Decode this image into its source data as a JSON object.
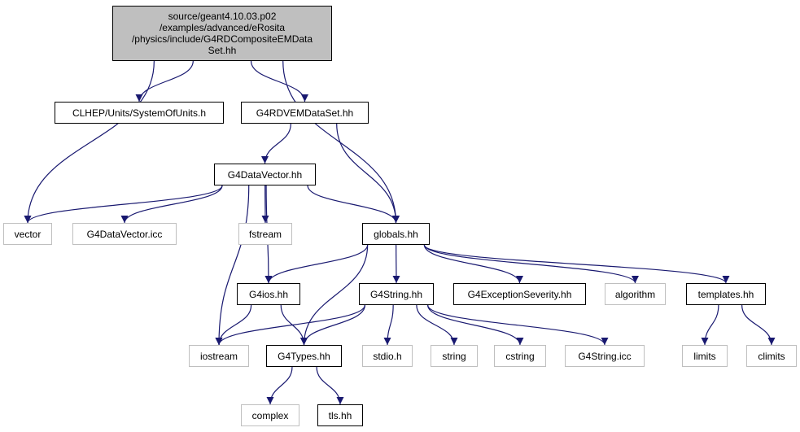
{
  "colors": {
    "edge": "#191970",
    "root_fill": "#bfbfbf",
    "ext_border": "#bfbfbf",
    "node_border": "#000000"
  },
  "nodes": {
    "root": {
      "label": "source/geant4.10.03.p02\n/examples/advanced/eRosita\n/physics/include/G4RDCompositeEMData\nSet.hh",
      "kind": "root"
    },
    "clhep": {
      "label": "CLHEP/Units/SystemOfUnits.h",
      "kind": "file"
    },
    "g4rdvem": {
      "label": "G4RDVEMDataSet.hh",
      "kind": "file"
    },
    "g4datavector": {
      "label": "G4DataVector.hh",
      "kind": "file"
    },
    "vector": {
      "label": "vector",
      "kind": "external"
    },
    "g4datavector_icc": {
      "label": "G4DataVector.icc",
      "kind": "external"
    },
    "fstream": {
      "label": "fstream",
      "kind": "external"
    },
    "globals": {
      "label": "globals.hh",
      "kind": "file"
    },
    "g4ios": {
      "label": "G4ios.hh",
      "kind": "file"
    },
    "g4string": {
      "label": "G4String.hh",
      "kind": "file"
    },
    "g4exception": {
      "label": "G4ExceptionSeverity.hh",
      "kind": "file"
    },
    "algorithm": {
      "label": "algorithm",
      "kind": "external"
    },
    "templates": {
      "label": "templates.hh",
      "kind": "file"
    },
    "iostream": {
      "label": "iostream",
      "kind": "external"
    },
    "g4types": {
      "label": "G4Types.hh",
      "kind": "file"
    },
    "stdio": {
      "label": "stdio.h",
      "kind": "external"
    },
    "string": {
      "label": "string",
      "kind": "external"
    },
    "cstring": {
      "label": "cstring",
      "kind": "external"
    },
    "g4string_icc": {
      "label": "G4String.icc",
      "kind": "external"
    },
    "limits": {
      "label": "limits",
      "kind": "external"
    },
    "climits": {
      "label": "climits",
      "kind": "external"
    },
    "complex": {
      "label": "complex",
      "kind": "external"
    },
    "tls": {
      "label": "tls.hh",
      "kind": "file"
    }
  },
  "edges": [
    [
      "root",
      "vector"
    ],
    [
      "root",
      "clhep"
    ],
    [
      "root",
      "g4rdvem"
    ],
    [
      "root",
      "globals"
    ],
    [
      "g4rdvem",
      "g4datavector"
    ],
    [
      "g4rdvem",
      "globals"
    ],
    [
      "g4datavector",
      "vector"
    ],
    [
      "g4datavector",
      "g4datavector_icc"
    ],
    [
      "g4datavector",
      "fstream"
    ],
    [
      "g4datavector",
      "globals"
    ],
    [
      "g4datavector",
      "g4ios"
    ],
    [
      "g4datavector",
      "iostream"
    ],
    [
      "globals",
      "g4ios"
    ],
    [
      "globals",
      "g4string"
    ],
    [
      "globals",
      "g4exception"
    ],
    [
      "globals",
      "algorithm"
    ],
    [
      "globals",
      "templates"
    ],
    [
      "globals",
      "g4types"
    ],
    [
      "g4ios",
      "iostream"
    ],
    [
      "g4ios",
      "g4types"
    ],
    [
      "g4string",
      "iostream"
    ],
    [
      "g4string",
      "g4types"
    ],
    [
      "g4string",
      "stdio"
    ],
    [
      "g4string",
      "string"
    ],
    [
      "g4string",
      "cstring"
    ],
    [
      "g4string",
      "g4string_icc"
    ],
    [
      "templates",
      "limits"
    ],
    [
      "templates",
      "climits"
    ],
    [
      "g4types",
      "complex"
    ],
    [
      "g4types",
      "tls"
    ]
  ]
}
